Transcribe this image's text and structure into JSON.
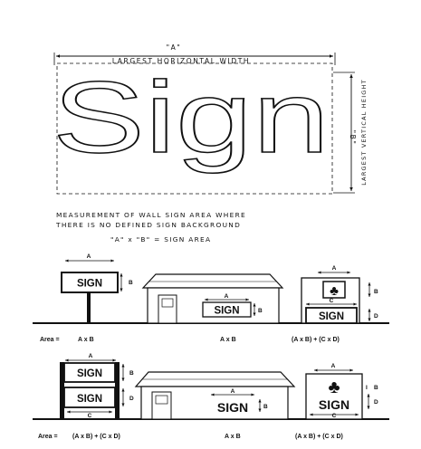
{
  "top_diagram": {
    "dimension_a_label": "\"A\"",
    "width_caption": "LARGEST HORIZONTAL WIDTH",
    "dimension_b_label": "\"B\"",
    "height_caption": "LARGEST VERTICAL HEIGHT",
    "example_word": "Sign"
  },
  "caption": {
    "line1": "MEASUREMENT OF WALL SIGN AREA WHERE",
    "line2": "THERE IS NO DEFINED SIGN BACKGROUND",
    "formula": "\"A\" x \"B\" = SIGN AREA"
  },
  "diagrams": {
    "sign_text": "SIGN",
    "letter_a": "A",
    "letter_b": "B",
    "letter_c": "C",
    "letter_d": "D",
    "letter_i": "I",
    "club_symbol": "♣"
  },
  "row1": {
    "area_prefix": "Area =",
    "formula_left": "A x B",
    "formula_middle": "A x B",
    "formula_right": "(A x B) + (C x D)"
  },
  "row2": {
    "area_prefix": "Area =",
    "formula_left": "(A x B) + (C x D)",
    "formula_middle": "A x B",
    "formula_right": "(A x B) + (C x D)"
  }
}
